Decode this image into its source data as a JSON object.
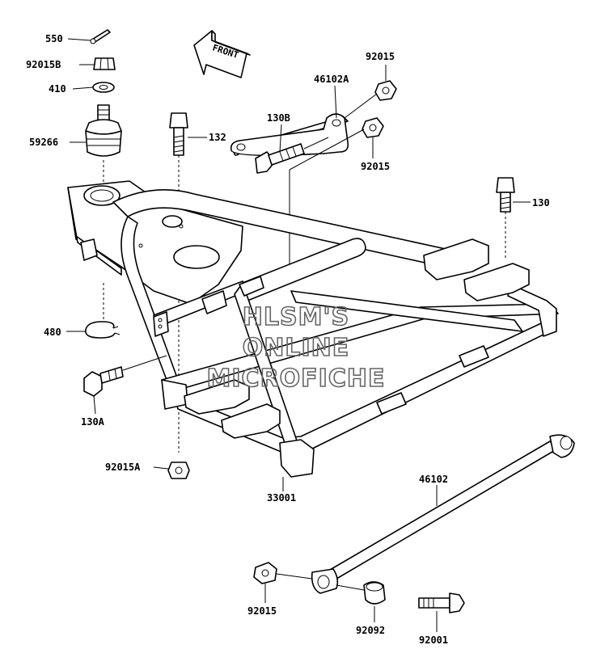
{
  "front_label": "FRONT",
  "watermark": [
    "HLSM'S",
    "ONLINE",
    "MICROFICHE"
  ],
  "parts": [
    {
      "id": "550",
      "label": "550"
    },
    {
      "id": "92015B",
      "label": "92015B"
    },
    {
      "id": "410",
      "label": "410"
    },
    {
      "id": "59266",
      "label": "59266"
    },
    {
      "id": "132",
      "label": "132"
    },
    {
      "id": "46102A",
      "label": "46102A"
    },
    {
      "id": "92015-top",
      "label": "92015"
    },
    {
      "id": "130B",
      "label": "130B"
    },
    {
      "id": "92015-mid",
      "label": "92015"
    },
    {
      "id": "130",
      "label": "130"
    },
    {
      "id": "480",
      "label": "480"
    },
    {
      "id": "130A",
      "label": "130A"
    },
    {
      "id": "92015A",
      "label": "92015A"
    },
    {
      "id": "33001",
      "label": "33001"
    },
    {
      "id": "46102",
      "label": "46102"
    },
    {
      "id": "92015-bot",
      "label": "92015"
    },
    {
      "id": "92092",
      "label": "92092"
    },
    {
      "id": "92001",
      "label": "92001"
    }
  ]
}
